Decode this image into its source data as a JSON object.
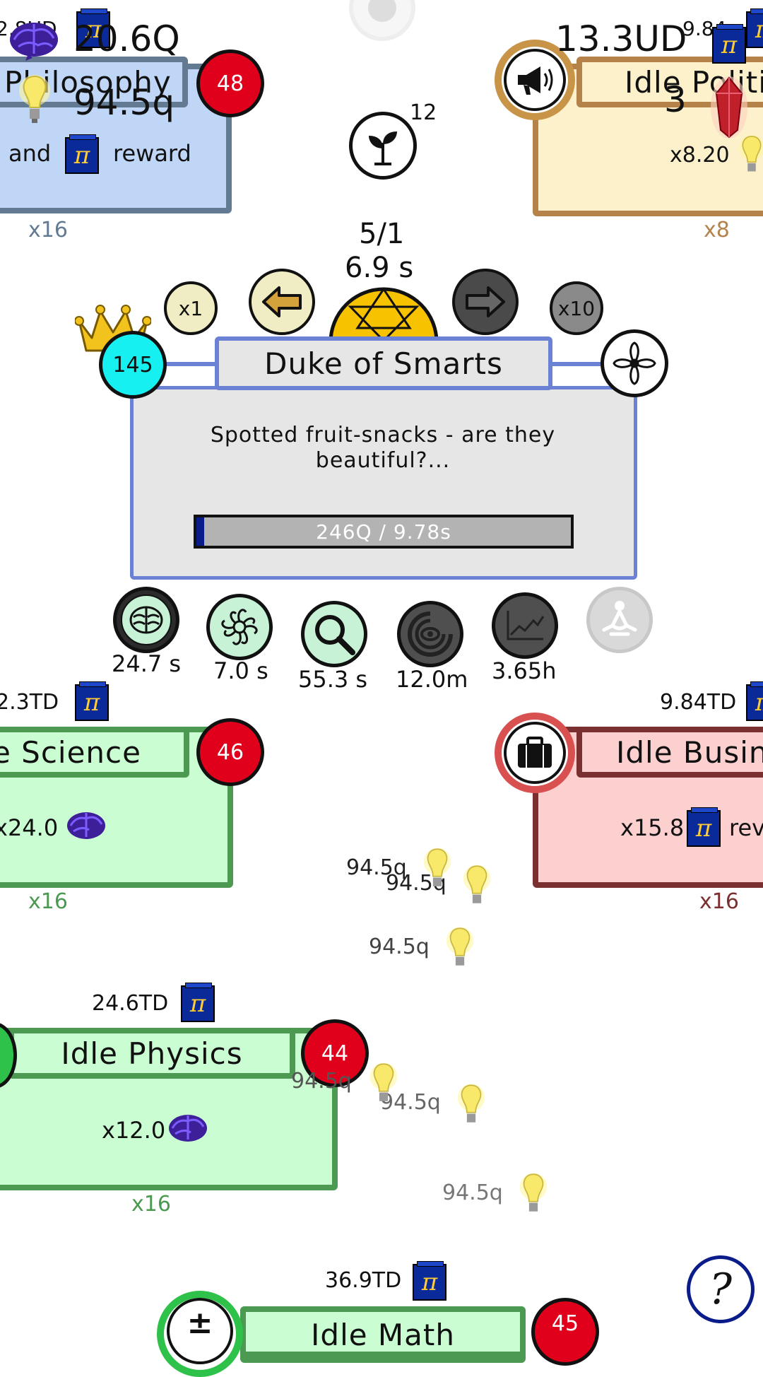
{
  "top_left_card": {
    "cost_prefix": "2.8UD",
    "big_value_1": "20.6Q",
    "big_value_2": "94.5q",
    "title": "Philosophy",
    "badge": "48",
    "reward_text_1": "and",
    "reward_text_2": "reward",
    "multiplier": "x16",
    "color_bg": "#bfd6f7",
    "color_border": "#637b92"
  },
  "top_right_card": {
    "big_value": "13.3UD",
    "cost": "9.84",
    "title": "Idle Politics",
    "sub_value": "3",
    "reward_multiplier": "x8.20",
    "multiplier": "x8",
    "color_bg": "#fdf1cc",
    "color_border": "#b5834a"
  },
  "center_top": {
    "plant_count": "12",
    "progress_ratio": "5/1",
    "progress_time": "6.9 s",
    "x1_label": "x1",
    "x10_label": "x10"
  },
  "main_panel": {
    "level": "145",
    "title": "Duke of Smarts",
    "description": "Spotted fruit-snacks - are they beautiful?...",
    "progress_label": "246Q / 9.78s",
    "progress_fraction": 0.02
  },
  "abilities": [
    {
      "icon": "brain-icon",
      "label": "24.7 s"
    },
    {
      "icon": "swirl-flower-icon",
      "label": "7.0 s"
    },
    {
      "icon": "magnifier-icon",
      "label": "55.3 s"
    },
    {
      "icon": "eye-icon",
      "label": "12.0m"
    },
    {
      "icon": "chart-icon",
      "label": "3.65h"
    },
    {
      "icon": "meditation-icon",
      "label": ""
    }
  ],
  "science_card": {
    "cost": "2.3TD",
    "title": "e Science",
    "badge": "46",
    "reward_multiplier": "x24.0",
    "multiplier": "x16"
  },
  "business_card": {
    "cost": "9.84TD",
    "title": "Idle Business",
    "reward_multiplier": "x15.8",
    "reward_suffix": "rev",
    "multiplier": "x16"
  },
  "physics_card": {
    "cost": "24.6TD",
    "title": "Idle Physics",
    "badge": "44",
    "reward_multiplier": "x12.0",
    "multiplier": "x16"
  },
  "math_card": {
    "cost": "36.9TD",
    "title": "Idle Math",
    "badge": "45"
  },
  "floating_values": [
    "94.5q",
    "94.5q",
    "94.5q",
    "94.5q",
    "94.5q",
    "94.5q"
  ],
  "help_label": "?"
}
